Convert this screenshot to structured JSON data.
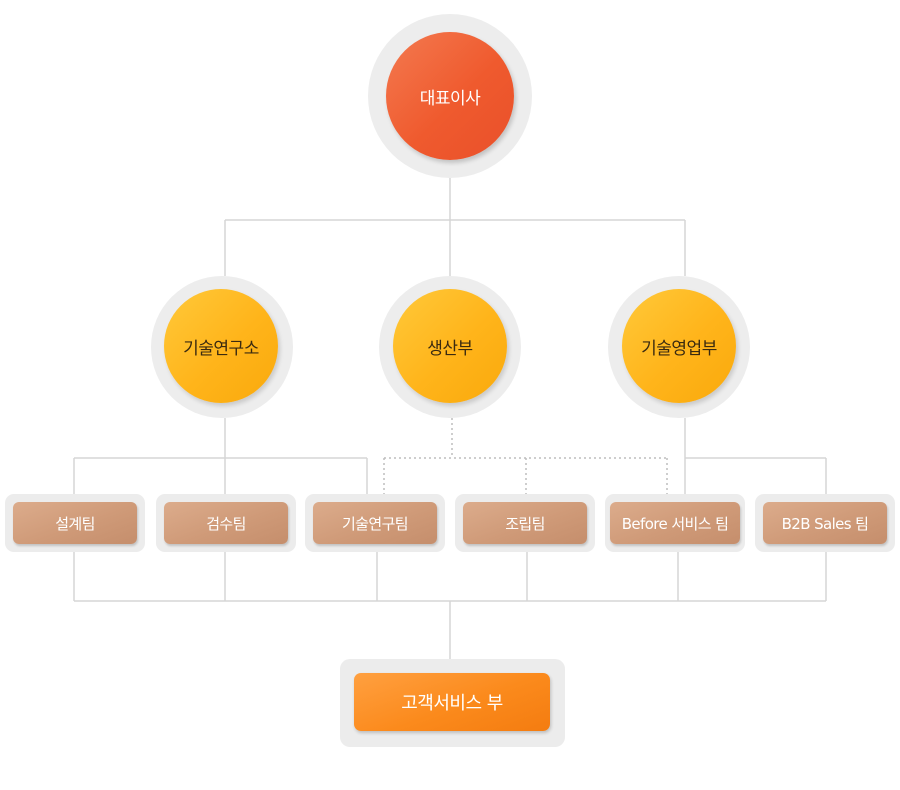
{
  "ceo": {
    "label": "대표이사"
  },
  "departments": [
    {
      "label": "기술연구소"
    },
    {
      "label": "생산부"
    },
    {
      "label": "기술영업부"
    }
  ],
  "teams": [
    {
      "label": "설계팀"
    },
    {
      "label": "검수팀"
    },
    {
      "label": "기술연구팀"
    },
    {
      "label": "조립팀"
    },
    {
      "label": "Before 서비스 팀"
    },
    {
      "label": "B2B Sales 팀"
    }
  ],
  "customer_service": {
    "label": "고객서비스 부"
  },
  "colors": {
    "ceo": "#ef5a2e",
    "department": "#ffb41a",
    "team": "#cf9a78",
    "customer_service": "#fb8a1c",
    "connector": "#d9d9d9"
  }
}
